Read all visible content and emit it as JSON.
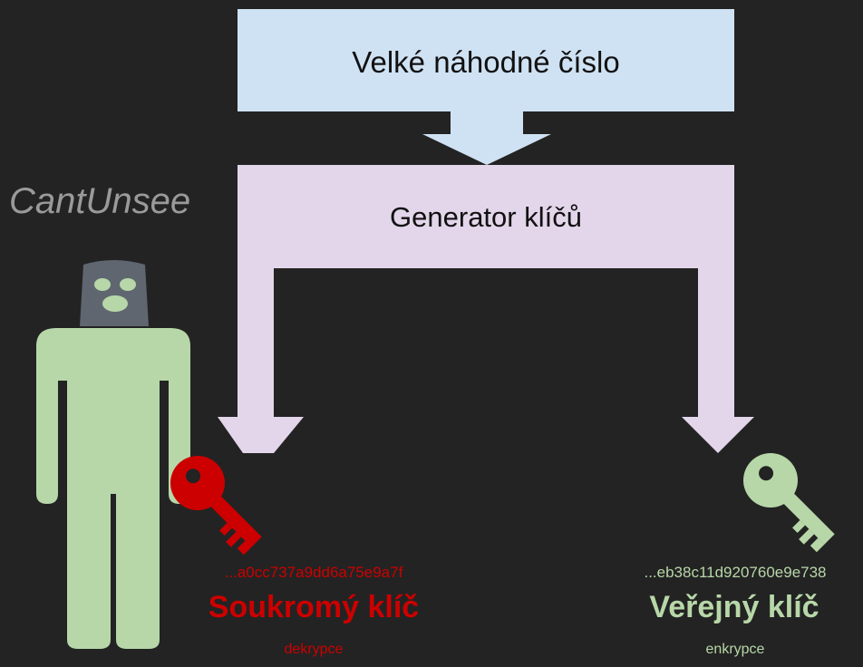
{
  "random_box": {
    "label": "Velké náhodné číslo"
  },
  "generator_box": {
    "label": "Generator klíčů"
  },
  "user": {
    "name": "CantUnsee"
  },
  "private_key": {
    "hash": "...a0cc737a9dd6a75e9a7f",
    "title": "Soukromý klíč",
    "usage": "dekrypce",
    "color": "#cc0000"
  },
  "public_key": {
    "hash": "...eb38c11d920760e9e738",
    "title": "Veřejný klíč",
    "usage": "enkrypce",
    "color": "#b7d7a8"
  },
  "colors": {
    "background": "#232323",
    "random_box": "#cfe2f3",
    "generator_box": "#e3d6ea",
    "person_body": "#b7d7a8",
    "person_mask": "#5f6670"
  },
  "icons": [
    "person-icon",
    "balaclava-icon",
    "private-key-icon",
    "public-key-icon"
  ]
}
